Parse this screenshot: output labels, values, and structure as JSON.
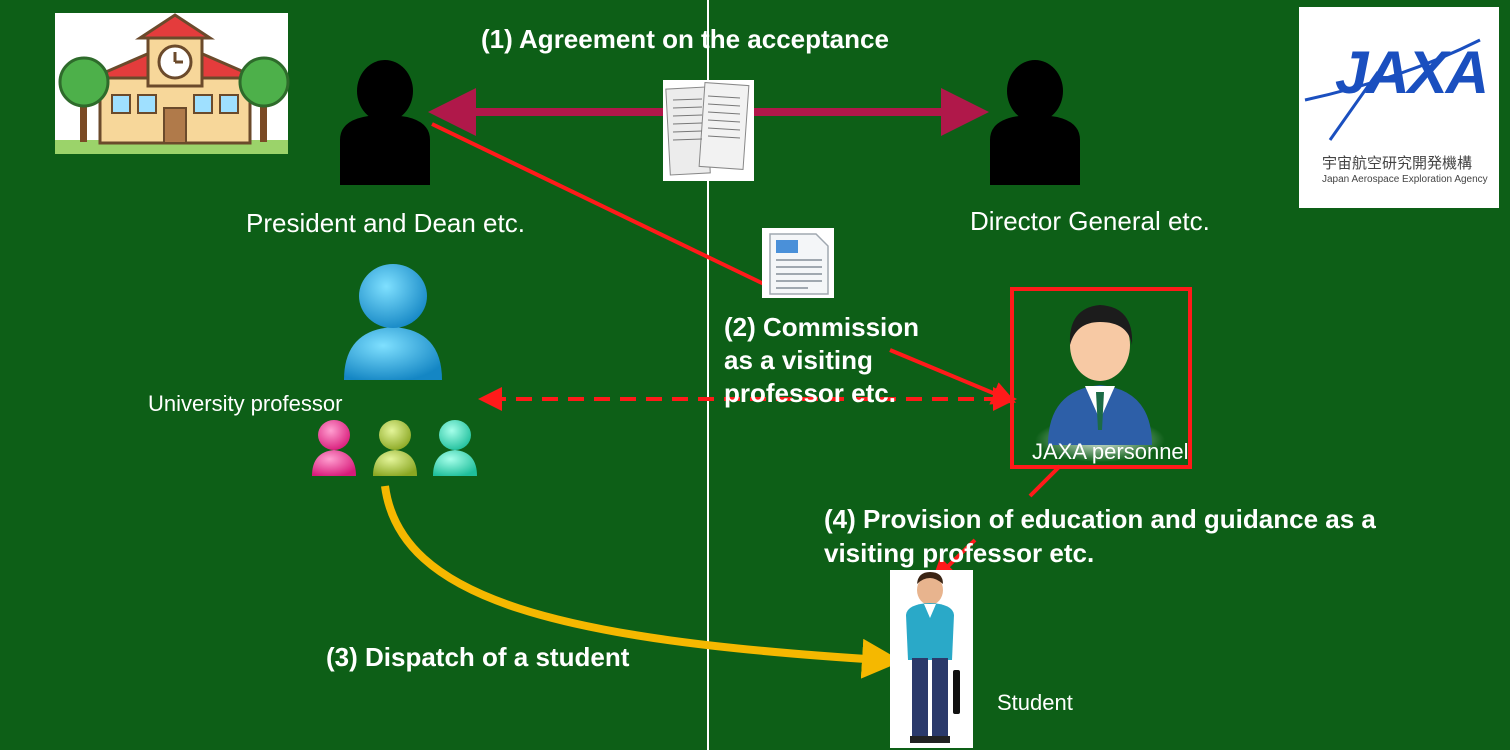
{
  "steps": {
    "step1": "(1) Agreement on the acceptance",
    "step2_line1": "(2) Commission",
    "step2_line2": "as a visiting",
    "step2_line3": "professor etc.",
    "step3": "(3) Dispatch of a student",
    "step4_line1": "(4) Provision of education and guidance as a",
    "step4_line2": "visiting professor etc."
  },
  "roles": {
    "president": "President and Dean etc.",
    "director": "Director General etc.",
    "professor": "University professor",
    "jaxa_personnel": "JAXA personnel",
    "student": "Student"
  },
  "logo": {
    "text": "JAXA",
    "jp_name": "宇宙航空研究開発機構",
    "en_name": "Japan Aerospace Exploration Agency"
  },
  "colors": {
    "background": "#0d5f17",
    "agreement_arrow": "#b0184a",
    "commission_arrow": "#ff1a1a",
    "dispatch_arrow": "#f5b800",
    "highlight_box": "#ff1a1a"
  }
}
